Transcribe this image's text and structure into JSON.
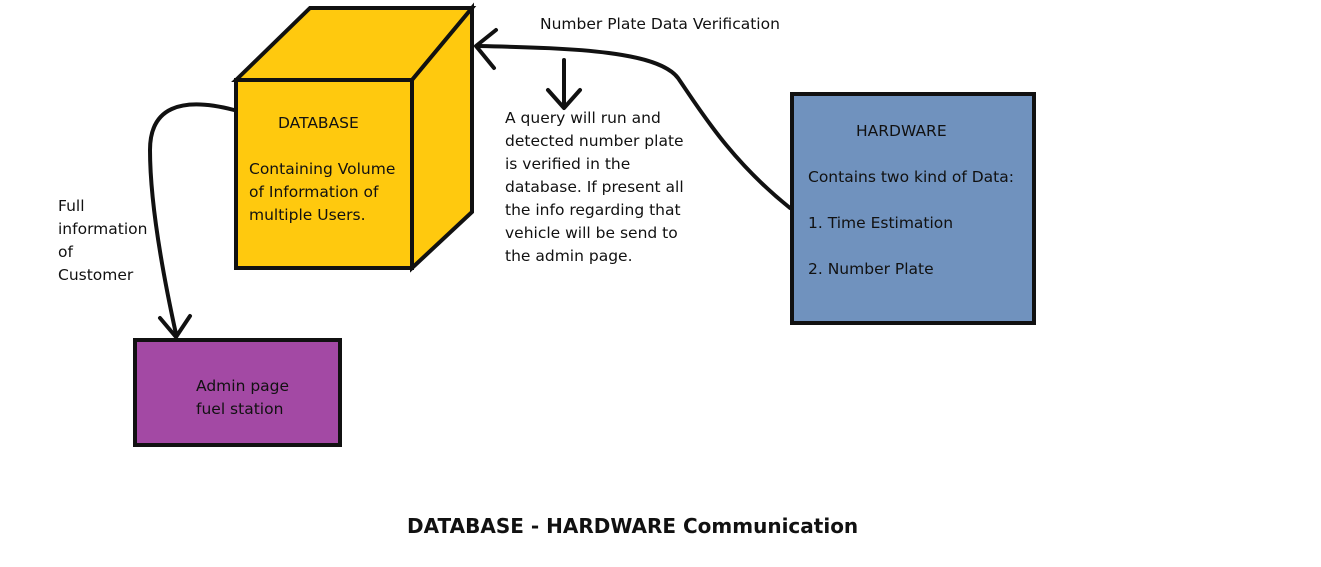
{
  "caption": "DATABASE - HARDWARE Communication",
  "database": {
    "title": "DATABASE",
    "lines": [
      "Containing Volume",
      "of Information of",
      "multiple Users."
    ],
    "color": "#FFC90E"
  },
  "hardware": {
    "title": "HARDWARE",
    "lines": [
      "Contains two kind of Data:",
      "1. Time Estimation",
      "2. Number Plate"
    ],
    "color": "#7092BE"
  },
  "admin": {
    "lines": [
      "Admin page",
      "fuel station"
    ],
    "color": "#A349A4"
  },
  "labels": {
    "verification": "Number Plate Data Verification",
    "query_lines": [
      "A query will run and",
      "detected number plate",
      "is verified in the",
      "database. If present all",
      "the info regarding that",
      "vehicle will be send to",
      "the admin page."
    ],
    "customer_lines": [
      "Full",
      "information",
      "of",
      "Customer"
    ]
  },
  "colors": {
    "stroke": "#111111",
    "background": "#FFFFFF"
  }
}
